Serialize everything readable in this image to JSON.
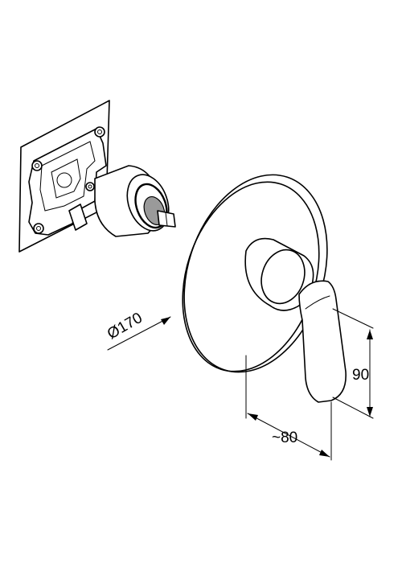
{
  "dimensions": {
    "diameter_label": "Ø170",
    "height_label": "90",
    "projection_label": "~80"
  },
  "colors": {
    "line": "#000000",
    "background": "#ffffff",
    "shade": "#9a9a9a"
  }
}
